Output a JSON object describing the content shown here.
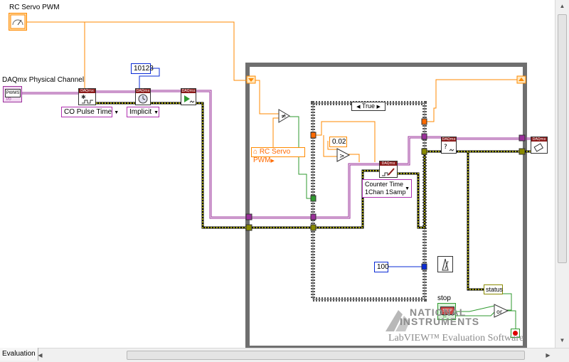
{
  "labels": {
    "rc_servo_pwm_control": "RC Servo PWM",
    "daqmx_physical_channel": "DAQmx Physical Channel",
    "physical_channel_value": "PWMS",
    "stop": "stop",
    "stop_value": "STOP",
    "daq_tag": "DAQmx"
  },
  "constants": {
    "samples": "10123",
    "delta": "0.02",
    "wait_ms": "100"
  },
  "rings": {
    "co_pulse_time": "CO Pulse Time",
    "implicit": "Implicit",
    "counter_time_line1": "Counter Time",
    "counter_time_line2": "1Chan 1Samp"
  },
  "case_selector": "True",
  "local_variable": "RC Servo PWM",
  "unbundle": "status",
  "statusbar": {
    "tab": "Evaluation"
  },
  "watermark": {
    "line1": "NATIONAL",
    "line2": "INSTRUMENTS",
    "line3": "LabVIEW™ Evaluation Software"
  },
  "colors": {
    "wire_orange": "#ff8a00",
    "wire_purple": "#9a2f9a",
    "error_yellow": "#cfcf00",
    "bool_green": "#2f9a2f",
    "int_blue": "#0a2bd6",
    "loop_gray": "#6f6f6f"
  }
}
